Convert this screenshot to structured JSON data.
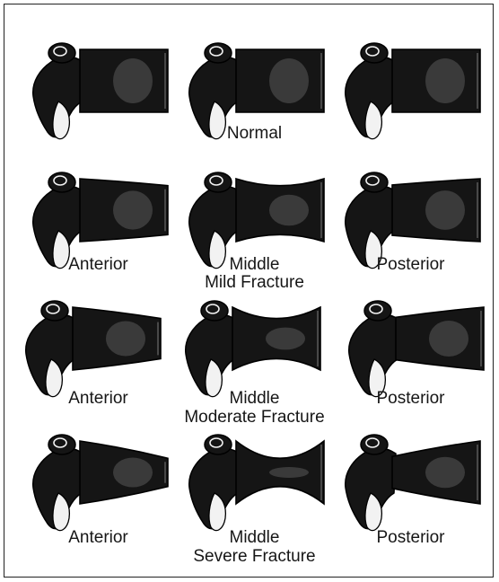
{
  "colors": {
    "bone": "#151515",
    "highlight": "#f2f2f2",
    "outline": "#000000"
  },
  "rows": [
    {
      "name": "normal",
      "caption_lines": [
        "Normal"
      ],
      "vertebrae": [
        {
          "view": "anterior",
          "deformity": "none",
          "label": ""
        },
        {
          "view": "middle",
          "deformity": "none",
          "label": ""
        },
        {
          "view": "posterior",
          "deformity": "none",
          "label": ""
        }
      ]
    },
    {
      "name": "mild",
      "caption_lines": [
        "Mild Fracture"
      ],
      "vertebrae": [
        {
          "view": "anterior",
          "deformity": "mild",
          "label": "Anterior"
        },
        {
          "view": "middle",
          "deformity": "mild",
          "label": "Middle"
        },
        {
          "view": "posterior",
          "deformity": "mild",
          "label": "Posterior"
        }
      ]
    },
    {
      "name": "moderate",
      "caption_lines": [
        "Moderate Fracture"
      ],
      "vertebrae": [
        {
          "view": "anterior",
          "deformity": "moderate",
          "label": "Anterior"
        },
        {
          "view": "middle",
          "deformity": "moderate",
          "label": "Middle"
        },
        {
          "view": "posterior",
          "deformity": "moderate",
          "label": "Posterior"
        }
      ]
    },
    {
      "name": "severe",
      "caption_lines": [
        "Severe Fracture"
      ],
      "vertebrae": [
        {
          "view": "anterior",
          "deformity": "severe",
          "label": "Anterior"
        },
        {
          "view": "middle",
          "deformity": "severe",
          "label": "Middle"
        },
        {
          "view": "posterior",
          "deformity": "severe",
          "label": "Posterior"
        }
      ]
    }
  ]
}
